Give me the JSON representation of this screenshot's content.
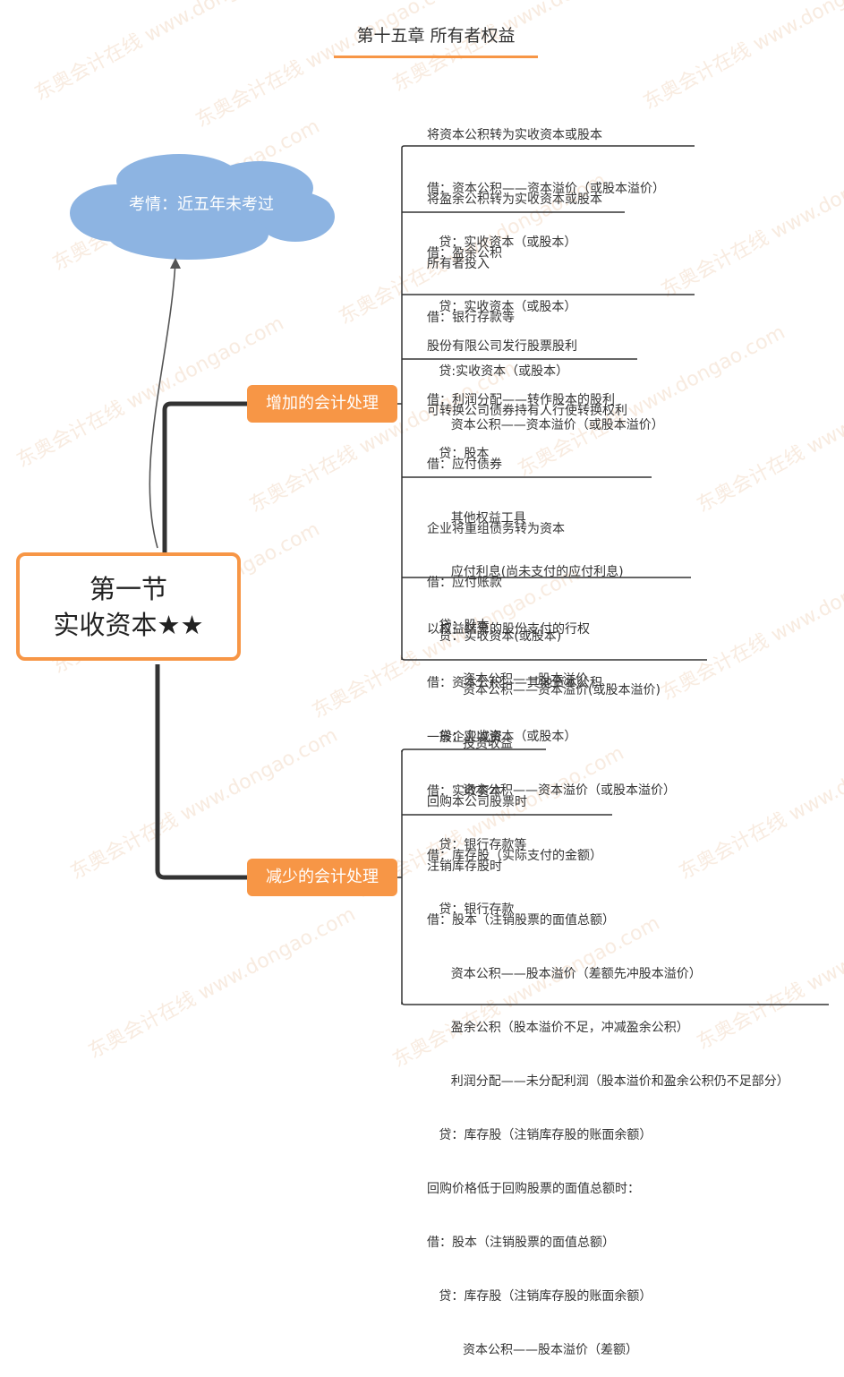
{
  "title": "第十五章 所有者权益",
  "cloud": {
    "text": "考情：近五年未考过"
  },
  "main": {
    "line1": "第一节",
    "line2": "实收资本★★"
  },
  "branches": {
    "increase": "增加的会计处理",
    "decrease": "减少的会计处理"
  },
  "increase_leaves": [
    {
      "lines": [
        "将资本公积转为实收资本或股本",
        "借：资本公积——资本溢价（或股本溢价）",
        "   贷：实收资本（或股本）"
      ]
    },
    {
      "lines": [
        "将盈余公积转为实收资本或股本",
        "借：盈余公积",
        "   贷：实收资本（或股本）"
      ]
    },
    {
      "lines": [
        "所有者投入",
        "借：银行存款等",
        "   贷:实收资本（或股本）",
        "      资本公积——资本溢价（或股本溢价）"
      ]
    },
    {
      "lines": [
        "股份有限公司发行股票股利",
        "借：利润分配——转作股本的股利",
        "   贷：股本"
      ]
    },
    {
      "lines": [
        "可转换公司债券持有人行使转换权利",
        "借：应付债券",
        "      其他权益工具",
        "      应付利息(尚未支付的应付利息)",
        "   贷：股本",
        "         资本公积——股本溢价"
      ]
    },
    {
      "lines": [
        "企业将重组债务转为资本",
        "借：应付账款",
        "   贷：实收资本(或股本)",
        "         资本公积——资本溢价(或股本溢价)",
        "         投资收益"
      ]
    },
    {
      "lines": [
        "以权益结算的股份支付的行权",
        "借：资本公积——其他资本公积",
        "   贷：实收资本（或股本）",
        "         资本公积——资本溢价（或股本溢价）"
      ]
    }
  ],
  "decrease_leaves": [
    {
      "lines": [
        "一般企业减资",
        "借：实收资本",
        "   贷：银行存款等"
      ]
    },
    {
      "lines": [
        "回购本公司股票时",
        "借：库存股（实际支付的金额）",
        "   贷：银行存款"
      ]
    },
    {
      "lines": [
        "注销库存股时",
        "借：股本（注销股票的面值总额）",
        "      资本公积——股本溢价（差额先冲股本溢价）",
        "      盈余公积（股本溢价不足，冲减盈余公积）",
        "      利润分配——未分配利润（股本溢价和盈余公积仍不足部分）",
        "   贷：库存股（注销库存股的账面余额）",
        "回购价格低于回购股票的面值总额时：",
        "借：股本（注销股票的面值总额）",
        "   贷：库存股（注销库存股的账面余额）",
        "         资本公积——股本溢价（差额）"
      ]
    }
  ],
  "watermark": {
    "text": "东奥会计在线 www.dongao.com"
  },
  "colors": {
    "accent": "#f79646",
    "cloud": "#8db4e2",
    "line": "#333333"
  }
}
